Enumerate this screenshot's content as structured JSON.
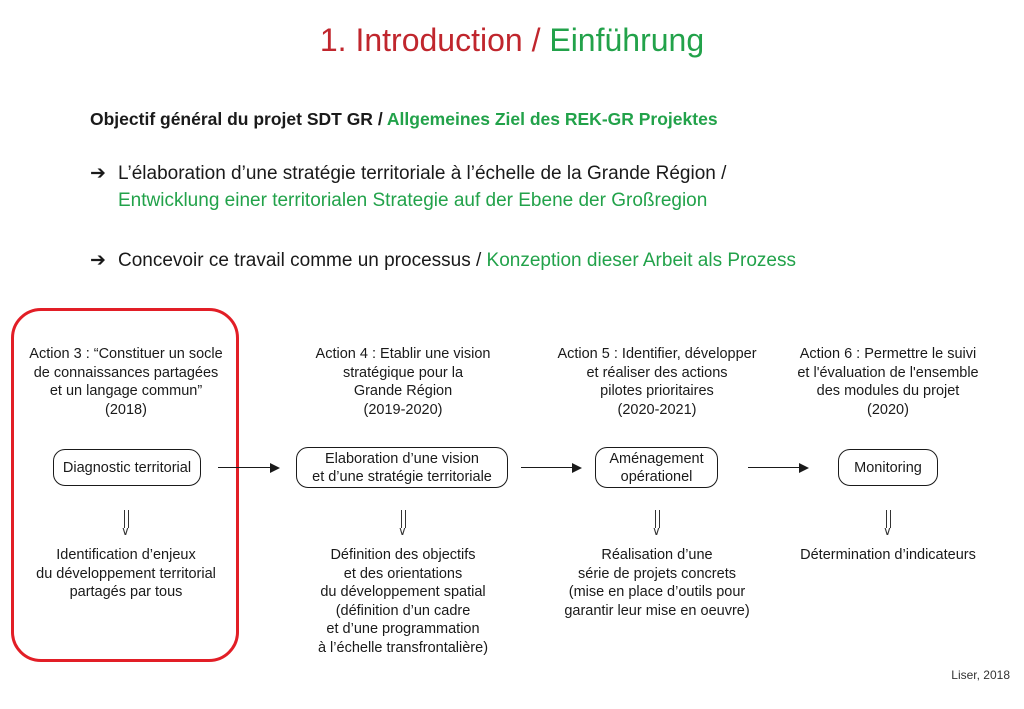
{
  "title": {
    "fr": "1. Introduction",
    "sep": " / ",
    "de": "Einführung"
  },
  "objective": {
    "fr": "Objectif général du projet SDT GR",
    "sep": " / ",
    "de": "Allgemeines Ziel des REK-GR Projektes"
  },
  "bullets": [
    {
      "arrow": "➔",
      "fr": "L’élaboration d’une stratégie territoriale à l’échelle de la Grande Région /",
      "de": "Entwicklung einer territorialen Strategie auf der Ebene der Großregion"
    },
    {
      "arrow": "➔",
      "fr": "Concevoir ce travail comme un processus /",
      "de": "Konzeption dieser Arbeit als Prozess"
    }
  ],
  "diagram": {
    "columns": [
      {
        "action_lines": [
          "Action 3 : “Constituer un socle",
          "de connaissances partagées",
          "et un langage commun”",
          "(2018)"
        ],
        "node_lines": [
          "Diagnostic territorial"
        ],
        "result_lines": [
          "Identification d’enjeux",
          "du développement territorial",
          "partagés par tous"
        ]
      },
      {
        "action_lines": [
          "Action 4 : Etablir une vision",
          "stratégique pour la",
          "Grande Région",
          "(2019-2020)"
        ],
        "node_lines": [
          "Elaboration d’une vision",
          "et d’une stratégie territoriale"
        ],
        "result_lines": [
          "Définition des objectifs",
          "et des orientations",
          "du développement spatial",
          "(définition d’un cadre",
          "et d’une programmation",
          "à l’échelle transfrontalière)"
        ]
      },
      {
        "action_lines": [
          "Action 5 : Identifier, développer",
          "et réaliser des actions",
          "pilotes prioritaires",
          "(2020-2021)"
        ],
        "node_lines": [
          "Aménagement",
          "opérationel"
        ],
        "result_lines": [
          "Réalisation d’une",
          "série de projets concrets",
          "(mise en place d’outils pour",
          "garantir leur mise en oeuvre)"
        ]
      },
      {
        "action_lines": [
          "Action 6 : Permettre le suivi",
          "et l'évaluation de l'ensemble",
          "des modules du projet",
          "(2020)"
        ],
        "node_lines": [
          "Monitoring"
        ],
        "result_lines": [
          "Détermination d’indicateurs"
        ]
      }
    ],
    "down_arrow_glyph": "∨"
  },
  "credit": "Liser, 2018",
  "colors": {
    "accent_red": "#c0262d",
    "frame_red": "#e21e26",
    "green": "#22a24a"
  }
}
